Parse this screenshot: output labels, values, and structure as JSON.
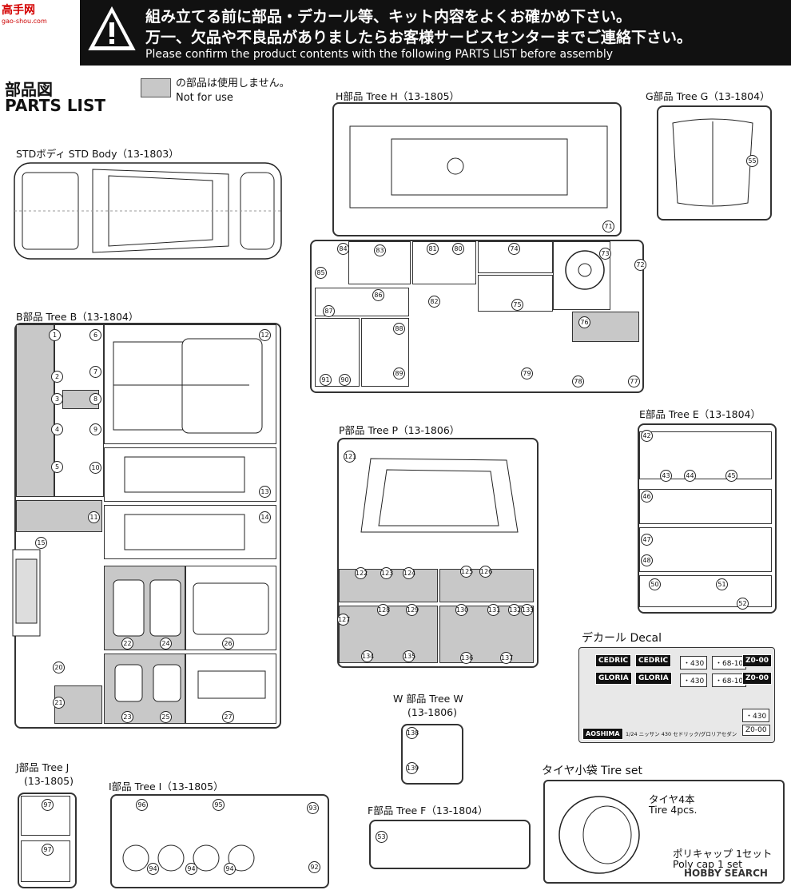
{
  "watermark": {
    "logo": "高手网",
    "site": "gao-shou.com"
  },
  "notice": {
    "line1": "組み立てる前に部品・デカール等、キット内容をよくお確かめ下さい。",
    "line2": "万一、欠品や不良品がありましたらお客様サービスセンターまでご連絡下さい。",
    "line3": "Please confirm the product contents with the following PARTS LIST before assembly"
  },
  "heading": {
    "jp": "部品図",
    "en": "PARTS LIST"
  },
  "legend": {
    "jp": "の部品は使用しません。",
    "en": "Not for use"
  },
  "trees": {
    "std_body": "STDボディ STD Body（13-1803）",
    "h": "H部品 Tree H（13-1805）",
    "g": "G部品 Tree G（13-1804）",
    "b": "B部品 Tree B（13-1804）",
    "p": "P部品 Tree P（13-1806）",
    "e": "E部品 Tree E（13-1804）",
    "w_name": "W 部品 Tree W",
    "w_code": "(13-1806)",
    "j_name": "J部品 Tree J",
    "j_code": "(13-1805)",
    "i": "I部品 Tree I（13-1805）",
    "f": "F部品 Tree F（13-1804）"
  },
  "decal": {
    "title": "デカール Decal",
    "brand1": "CEDRIC",
    "brand2": "GLORIA",
    "plate1": "・430",
    "plate2": "・68-10",
    "plate3": "Z0-00",
    "maker": "AOSHIMA",
    "caption": "1/24 ニッサン 430 セドリック/グロリアセダン"
  },
  "tire_set": {
    "title": "タイヤ小袋 Tire set",
    "tire_jp": "タイヤ4本",
    "tire_en": "Tire 4pcs.",
    "cap_jp": "ポリキャップ 1セット",
    "cap_en": "Poly cap 1 set"
  },
  "part_numbers": {
    "b": [
      "1",
      "2",
      "3",
      "4",
      "5",
      "6",
      "7",
      "8",
      "9",
      "10",
      "11",
      "12",
      "13",
      "14",
      "15",
      "20",
      "21",
      "22",
      "23",
      "24",
      "25",
      "26",
      "27"
    ],
    "h": [
      "71",
      "72",
      "73",
      "74",
      "75",
      "76",
      "77",
      "78",
      "79",
      "80",
      "81",
      "82",
      "83",
      "84",
      "85",
      "86",
      "87",
      "88",
      "89",
      "90",
      "91"
    ],
    "g": [
      "55"
    ],
    "p": [
      "121",
      "122",
      "123",
      "124",
      "125",
      "126",
      "127",
      "128",
      "129",
      "130",
      "131",
      "132",
      "133",
      "134",
      "135",
      "136",
      "137"
    ],
    "e": [
      "42",
      "43",
      "44",
      "45",
      "46",
      "47",
      "48",
      "50",
      "51",
      "52"
    ],
    "w": [
      "138",
      "139"
    ],
    "j": [
      "97",
      "97"
    ],
    "i": [
      "92",
      "93",
      "94",
      "94",
      "94",
      "95",
      "96"
    ],
    "f": [
      "53"
    ]
  },
  "credit": "HOBBY SEARCH"
}
